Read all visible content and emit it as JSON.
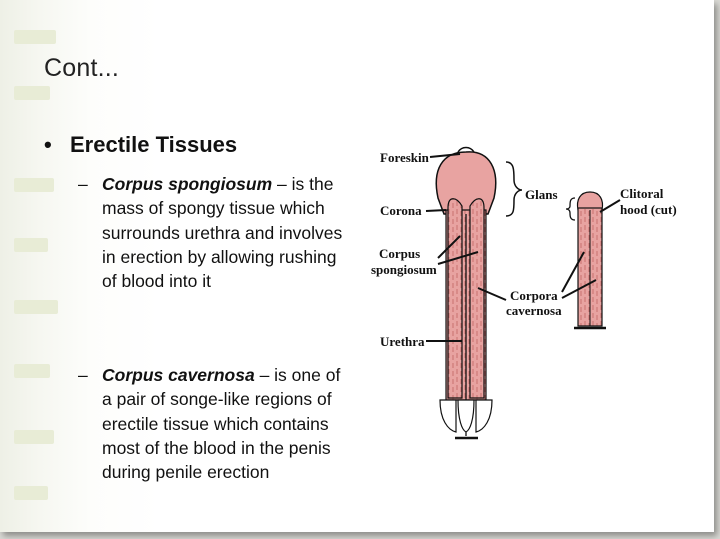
{
  "slide": {
    "title": "Cont...",
    "bullet": "Erectile Tissues",
    "items": [
      {
        "term": "Corpus spongiosum",
        "text": " – is the mass of spongy tissue which surrounds urethra and involves in erection by allowing rushing of blood into it"
      },
      {
        "term": "Corpus cavernosa",
        "text": " – is one of a pair of songe-like regions of erectile tissue which contains most of the blood in the penis during penile erection"
      }
    ]
  },
  "diagram": {
    "labels": {
      "foreskin": "Foreskin",
      "corona": "Corona",
      "corpus": "Corpus",
      "spongiosum": "spongiosum",
      "urethra": "Urethra",
      "glans": "Glans",
      "clitoral": "Clitoral",
      "hood": "hood (cut)",
      "corpora": "Corpora",
      "cavernosa": "cavernosa"
    },
    "colors": {
      "tissue": "#e8a3a1",
      "tissue_dark": "#c9706e",
      "outline": "#111111"
    }
  }
}
